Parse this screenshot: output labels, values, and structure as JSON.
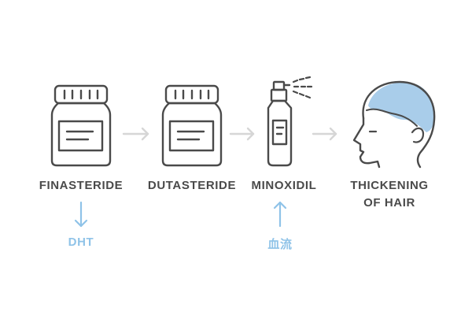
{
  "steps": [
    {
      "label": "FINASTERIDE",
      "icon": "medicine-bottle-icon"
    },
    {
      "label": "DUTASTERIDE",
      "icon": "medicine-bottle-icon"
    },
    {
      "label": "MINOXIDIL",
      "icon": "spray-bottle-icon"
    },
    {
      "label_line1": "THICKENING",
      "label_line2": "OF HAIR",
      "icon": "head-hair-icon"
    }
  ],
  "effects": {
    "finasteride": {
      "text": "DHT",
      "direction": "down"
    },
    "minoxidil": {
      "text": "血流",
      "direction": "up"
    }
  },
  "colors": {
    "stroke": "#4a4a4a",
    "accent": "#8fc3e8",
    "arrow": "#d6d6d6",
    "hair": "#a9cdea"
  }
}
